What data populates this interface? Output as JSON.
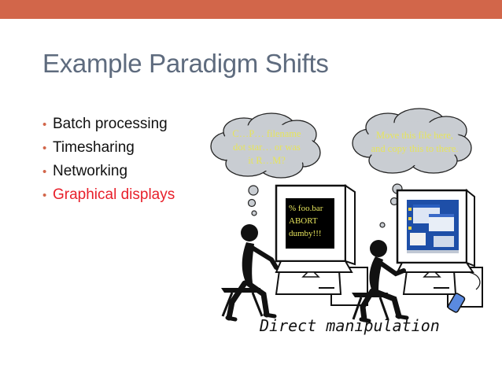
{
  "colors": {
    "topbar": "#D2664A",
    "title": "#5E6B7E",
    "bullet_dot": "#D2664A",
    "highlight": "#E8202B",
    "thought_text": "#E6E45C",
    "cloud_fill": "#C9CDD2"
  },
  "slide": {
    "title": "Example Paradigm Shifts",
    "bullet_marker": "•",
    "bullets": [
      {
        "text": "Batch processing"
      },
      {
        "text": "Timesharing"
      },
      {
        "text": "Networking"
      },
      {
        "text": "Graphical displays"
      }
    ],
    "caption": "Direct manipulation"
  },
  "illustration": {
    "left_thought": [
      "C…P… filename",
      "dot star… or was",
      "it R…M?"
    ],
    "right_thought": [
      "Move this file here,",
      "and copy this to there."
    ],
    "terminal_lines": [
      "% foo.bar",
      "ABORT",
      "dumby!!!"
    ]
  }
}
